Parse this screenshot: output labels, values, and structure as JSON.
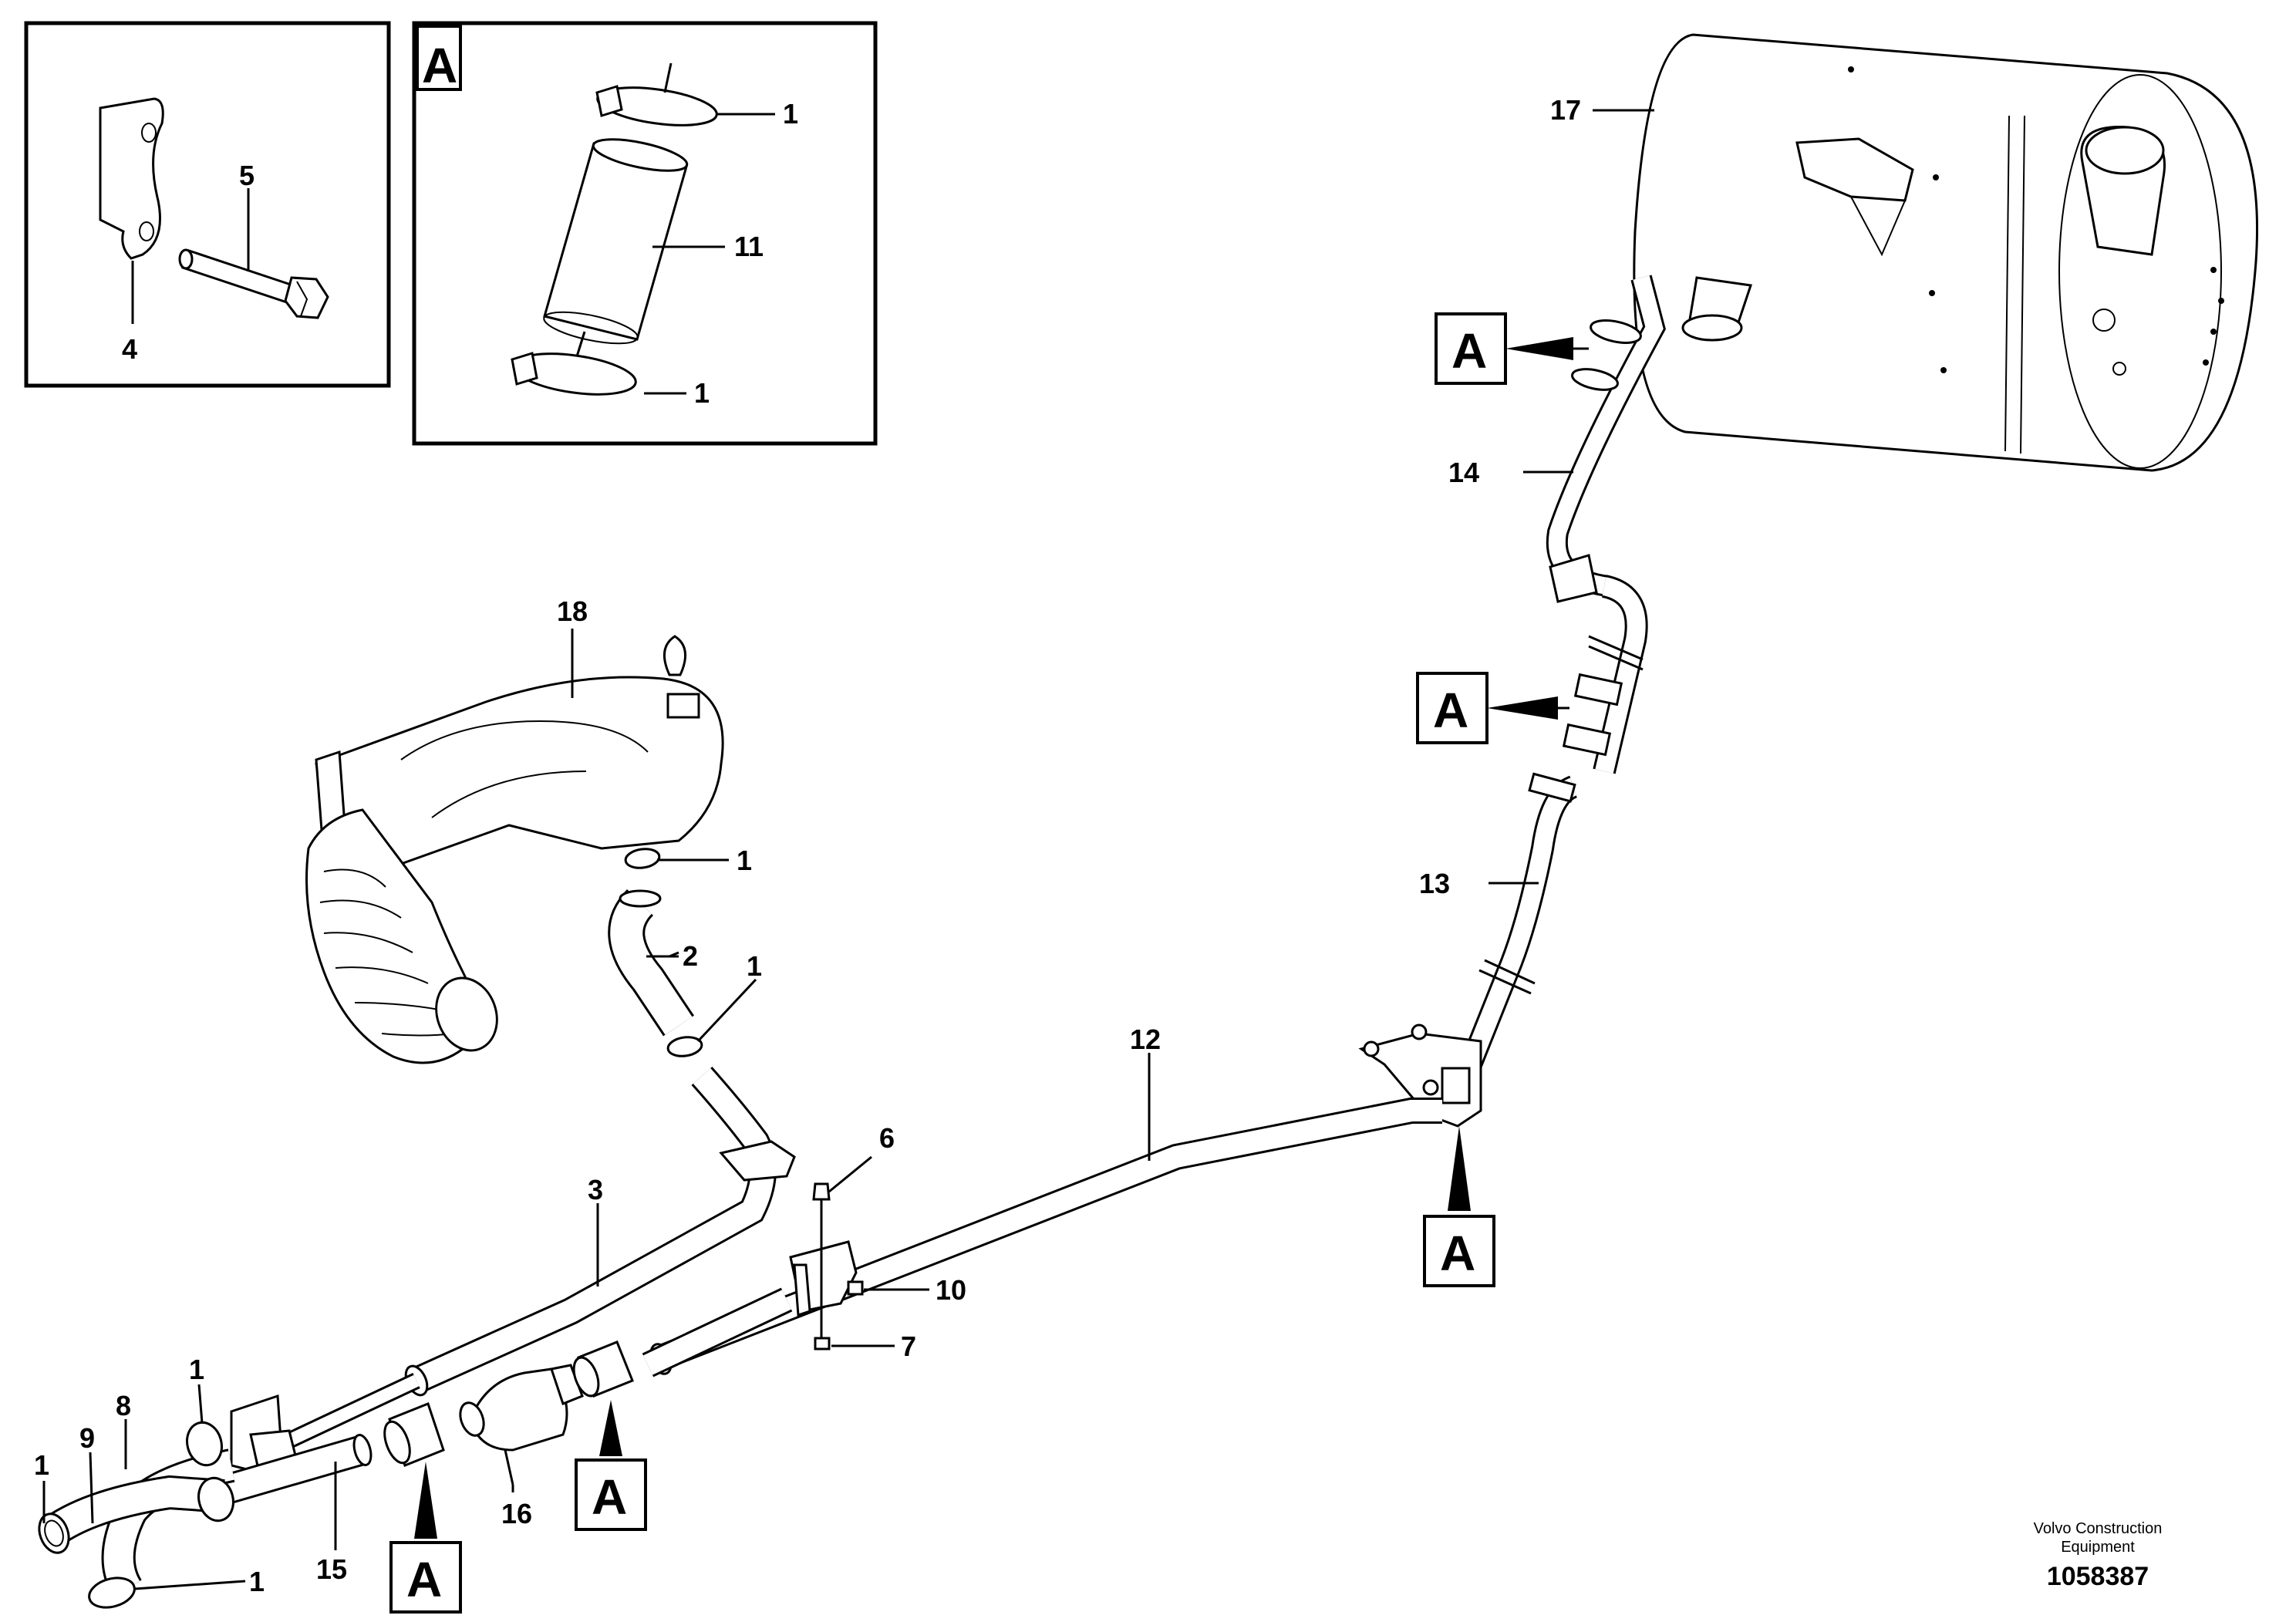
{
  "diagram": {
    "credit_line1": "Volvo Construction",
    "credit_line2": "Equipment",
    "document_number": "1058387",
    "reference_label": "A",
    "callouts": {
      "c4": "4",
      "c5": "5",
      "cA1_top": "1",
      "cA11": "11",
      "cA1_bottom": "1",
      "c17": "17",
      "c14": "14",
      "c13": "13",
      "c12": "12",
      "c18": "18",
      "c1_hose_top": "1",
      "c2": "2",
      "c1_hose_bottom": "1",
      "c3": "3",
      "c6": "6",
      "c10": "10",
      "c7": "7",
      "c1_left_a": "1",
      "c8": "8",
      "c9": "9",
      "c1_left_b": "1",
      "c15": "15",
      "c16": "16",
      "c1_bottom": "1"
    }
  }
}
